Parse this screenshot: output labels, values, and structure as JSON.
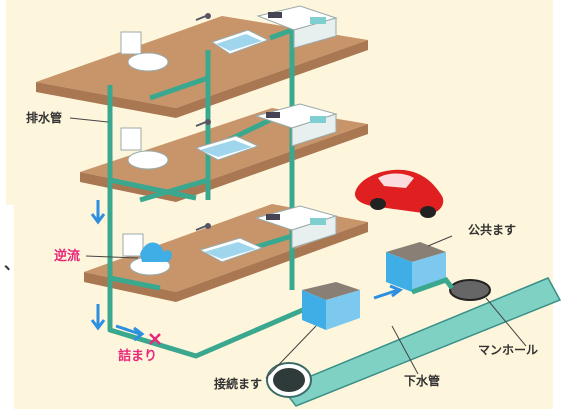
{
  "colors": {
    "background": "#fdf6dc",
    "floor": "#c8956a",
    "floor_edge": "#a97752",
    "drain_pipe": "#3aa88f",
    "sewer_pipe": "#7fd1c4",
    "water": "#40aee6",
    "arrow": "#2c8fe0",
    "blocked_mark": "#e8287a",
    "car": "#e02020"
  },
  "labels": {
    "drain_pipe": "排水管",
    "backflow": "逆流",
    "blockage": "詰まり",
    "public_basin": "公共ます",
    "manhole": "マンホール",
    "connection_basin": "接続ます",
    "sewer_pipe": "下水管",
    "stray_mark": "、"
  },
  "icons": [
    "toilet-icon",
    "bathtub-icon",
    "kitchen-sink-icon",
    "shower-faucet-icon",
    "car-icon",
    "arrow-down-icon",
    "arrow-right-icon",
    "x-mark-icon"
  ]
}
